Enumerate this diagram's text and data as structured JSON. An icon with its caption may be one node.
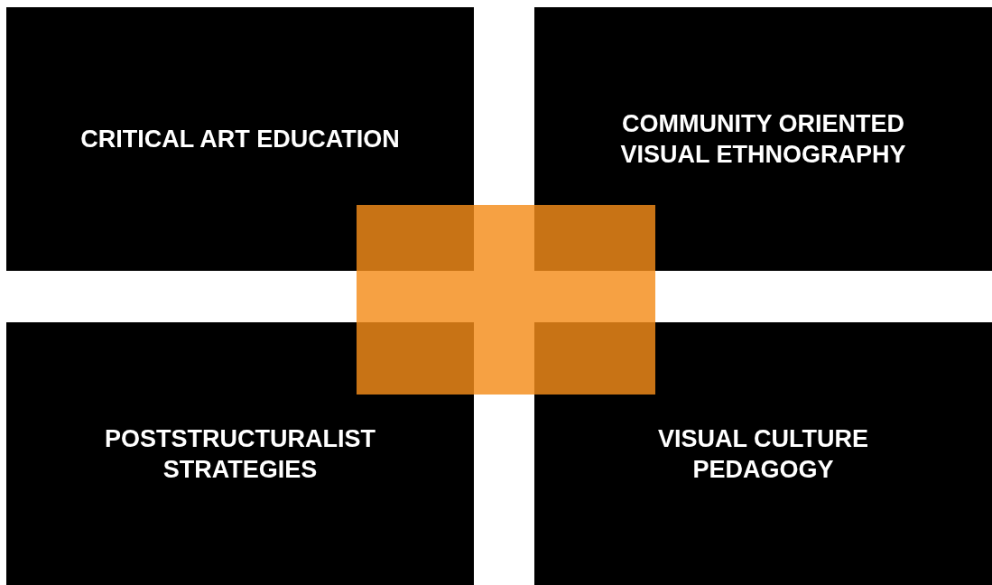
{
  "diagram": {
    "nodes": [
      {
        "text": [
          "CRITICAL ART EDUCATION"
        ]
      },
      {
        "text": [
          "COMMUNITY ORIENTED VISUAL ETHNOGRAPHY"
        ]
      },
      {
        "text": [
          "POSTSTRUCTURALIST STRATEGIES"
        ]
      },
      {
        "text": [
          "VISUAL CULTURE PEDAGOGY"
        ]
      },
      {
        "text": [],
        "shape": "box"
      }
    ],
    "edges": []
  }
}
